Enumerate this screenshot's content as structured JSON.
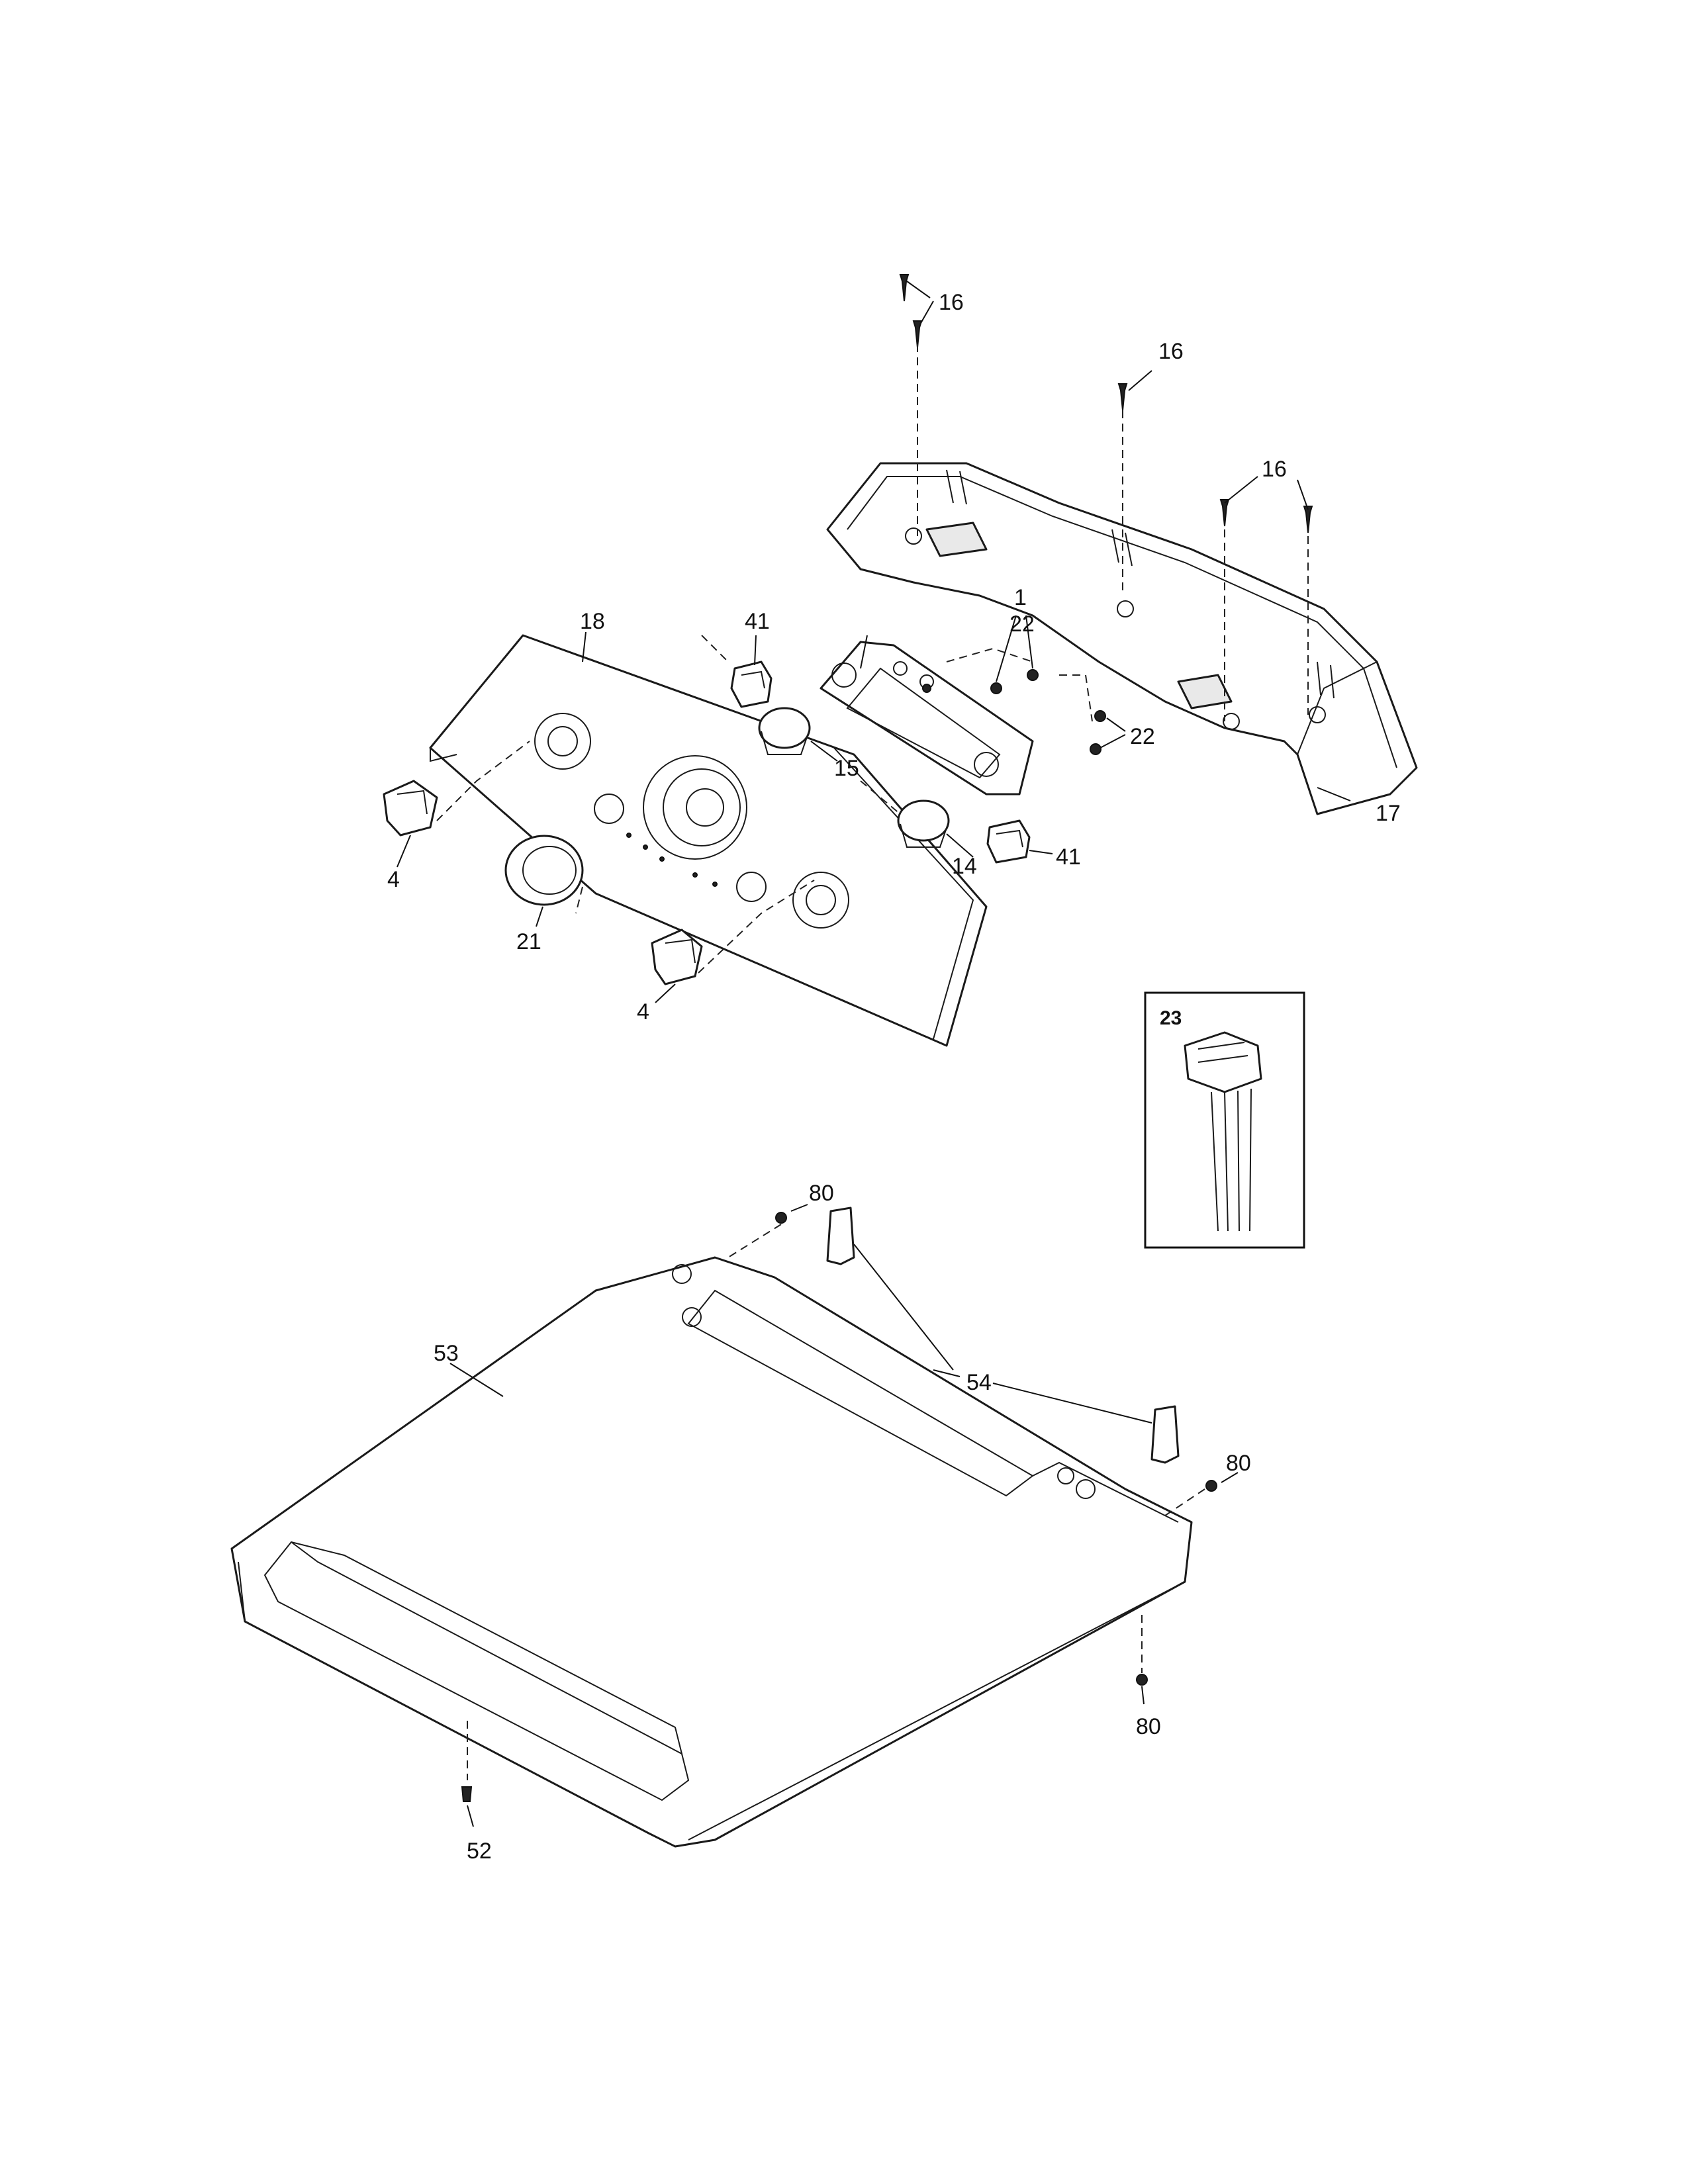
{
  "callouts": {
    "c1": "1",
    "c4a": "4",
    "c4b": "4",
    "c14": "14",
    "c15": "15",
    "c16a": "16",
    "c16b": "16",
    "c16c": "16",
    "c17": "17",
    "c18": "18",
    "c21": "21",
    "c22a": "22",
    "c22b": "22",
    "c23": "23",
    "c41a": "41",
    "c41b": "41",
    "c52": "52",
    "c53": "53",
    "c54": "54",
    "c80a": "80",
    "c80b": "80",
    "c80c": "80"
  }
}
